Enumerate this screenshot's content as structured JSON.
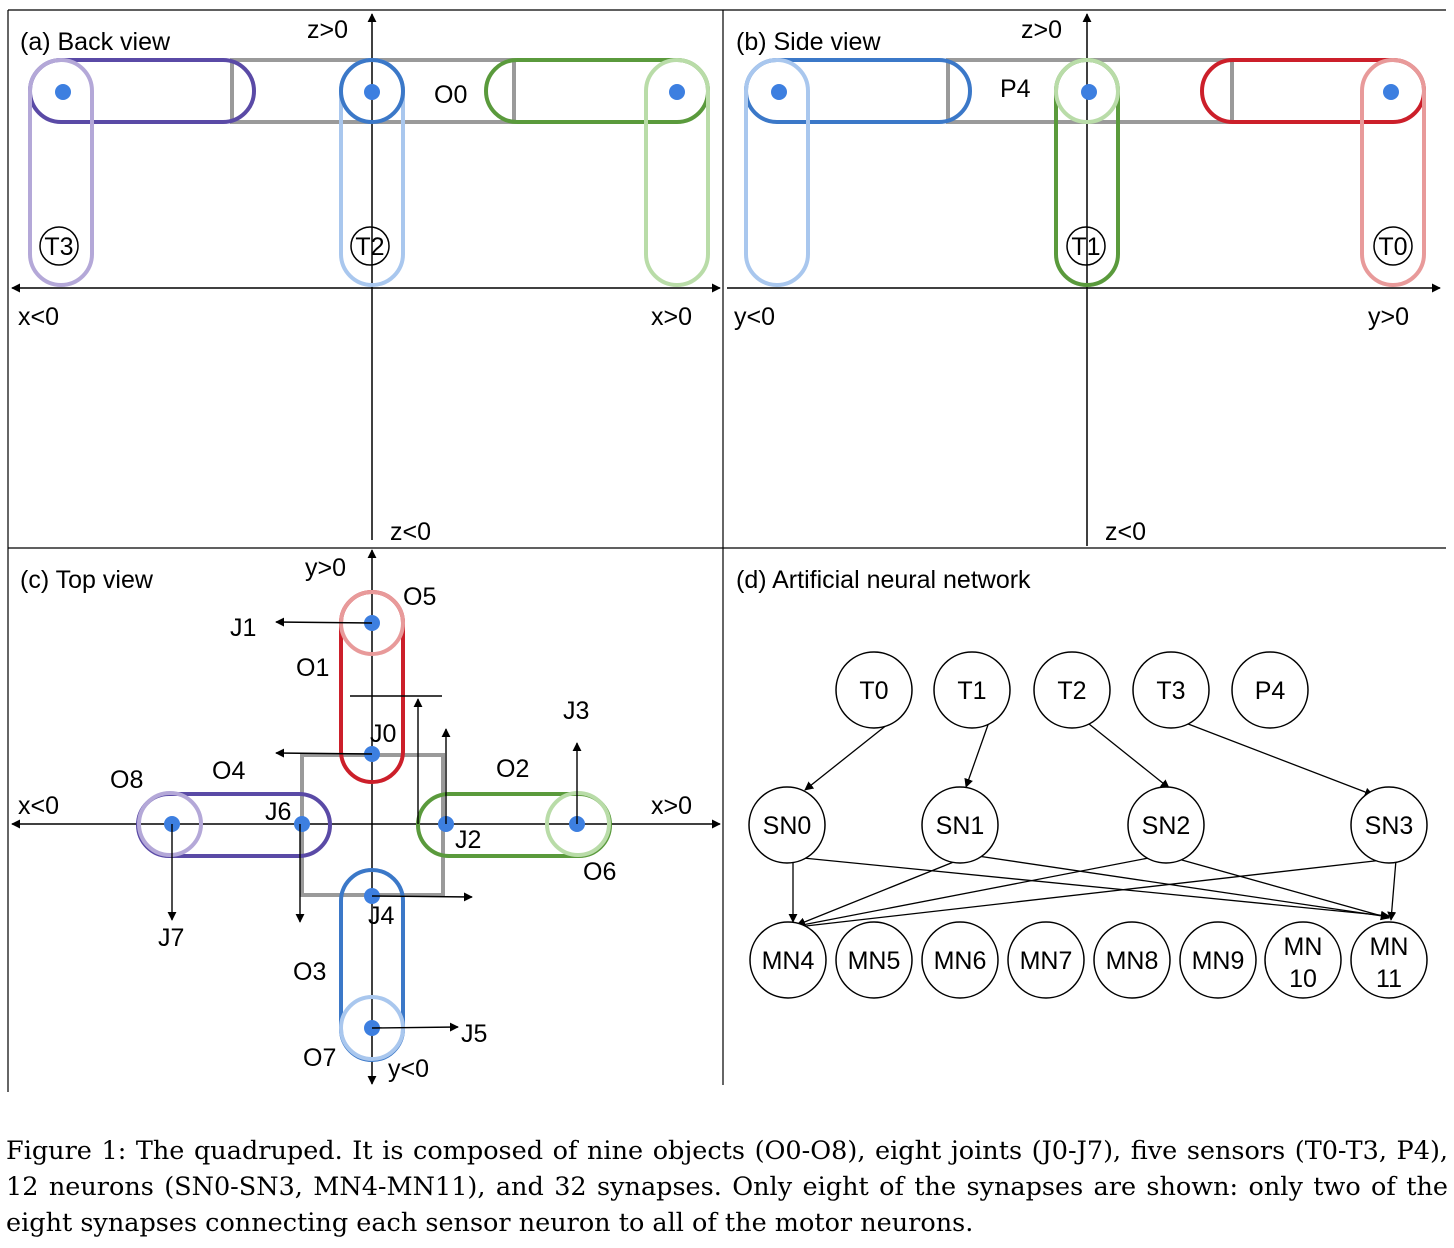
{
  "panels": {
    "back_view": {
      "title": "(a) Back view",
      "axes": {
        "z_pos": "z>0",
        "z_neg": "z<0",
        "x_neg": "x<0",
        "x_pos": "x>0"
      },
      "labels": {
        "o0": "O0",
        "t3": "T3",
        "t2": "T2"
      }
    },
    "side_view": {
      "title": "(b) Side view",
      "axes": {
        "z_pos": "z>0",
        "z_neg": "z<0",
        "y_neg": "y<0",
        "y_pos": "y>0"
      },
      "labels": {
        "p4": "P4",
        "t1": "T1",
        "t0": "T0"
      }
    },
    "top_view": {
      "title": "(c) Top view",
      "axes": {
        "y_pos": "y>0",
        "y_neg": "y<0",
        "x_neg": "x<0",
        "x_pos": "x>0"
      },
      "objects": {
        "o1": "O1",
        "o2": "O2",
        "o3": "O3",
        "o4": "O4",
        "o5": "O5",
        "o6": "O6",
        "o7": "O7",
        "o8": "O8"
      },
      "joints": {
        "j0": "J0",
        "j1": "J1",
        "j2": "J2",
        "j3": "J3",
        "j4": "J4",
        "j5": "J5",
        "j6": "J6",
        "j7": "J7"
      }
    },
    "network": {
      "title": "(d) Artificial neural network",
      "sensors": [
        "T0",
        "T1",
        "T2",
        "T3",
        "P4"
      ],
      "sensor_neurons": [
        "SN0",
        "SN1",
        "SN2",
        "SN3"
      ],
      "motor_neurons": [
        {
          "line1": "MN4",
          "line2": ""
        },
        {
          "line1": "MN5",
          "line2": ""
        },
        {
          "line1": "MN6",
          "line2": ""
        },
        {
          "line1": "MN7",
          "line2": ""
        },
        {
          "line1": "MN8",
          "line2": ""
        },
        {
          "line1": "MN9",
          "line2": ""
        },
        {
          "line1": "MN",
          "line2": "10"
        },
        {
          "line1": "MN",
          "line2": "11"
        }
      ]
    }
  },
  "colors": {
    "purple": "#5a4aa6",
    "light_purple": "#b4a8d8",
    "blue": "#3b78c8",
    "light_blue": "#a9c7ee",
    "green": "#5a9a3c",
    "light_green": "#b9dca8",
    "red": "#cc1f2a",
    "pink": "#e89a9a",
    "gray": "#9a9a9a",
    "dot": "#3d7fe0"
  },
  "caption": "Figure 1:   The quadruped. It is composed of nine objects (O0-O8), eight joints (J0-J7), five sensors (T0-T3, P4), 12 neurons (SN0-SN3, MN4-MN11), and 32 synapses. Only eight of the synapses are shown: only two of the eight synapses connecting each sensor neuron to all of the motor neurons."
}
